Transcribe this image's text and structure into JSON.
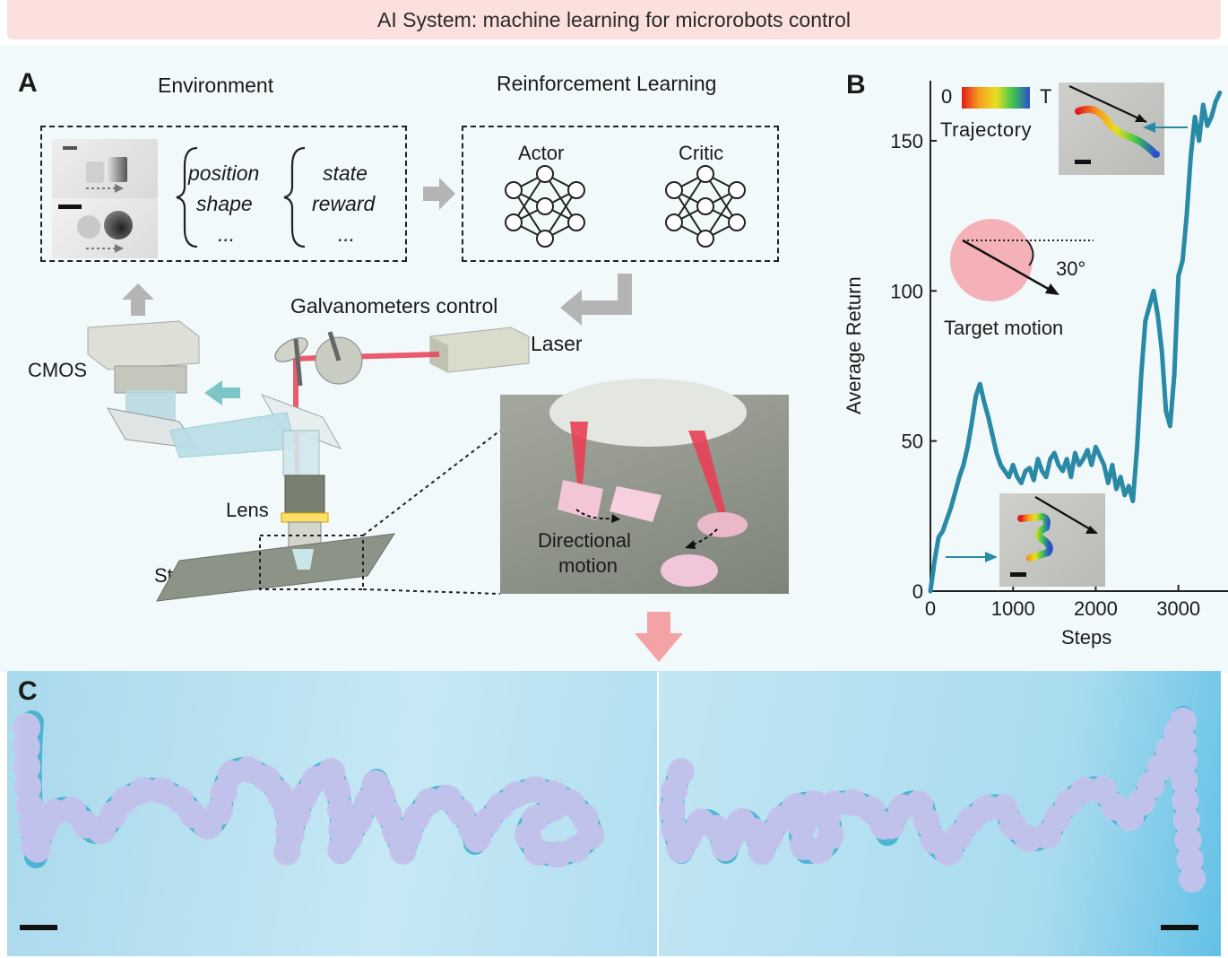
{
  "banner": {
    "title": "AI System: machine learning for microrobots control"
  },
  "panelA": {
    "label": "A",
    "environment": {
      "heading": "Environment",
      "obs_col1": [
        "position",
        "shape",
        "..."
      ],
      "obs_col2": [
        "state",
        "reward",
        "..."
      ]
    },
    "rl": {
      "heading": "Reinforcement Learning",
      "actor": "Actor",
      "critic": "Critic"
    },
    "setup": {
      "galvo": "Galvanometers control",
      "laser": "Laser",
      "cmos": "CMOS",
      "lens": "Lens",
      "stage": "Stage",
      "motion_line1": "Directional",
      "motion_line2": "motion"
    }
  },
  "panelB": {
    "label": "B",
    "colorbar_start": "0",
    "colorbar_end": "T",
    "inset_trajectory": "Trajectory",
    "angle_label": "30°",
    "target_caption": "Target motion",
    "chart_data": {
      "type": "line",
      "xlabel": "Steps",
      "ylabel": "Average Return",
      "xlim": [
        0,
        3500
      ],
      "ylim": [
        0,
        170
      ],
      "xticks": [
        "0",
        "1000",
        "2000",
        "3000"
      ],
      "yticks": [
        "0",
        "50",
        "100",
        "150"
      ],
      "series": [
        {
          "color": "#2a8aa6",
          "x": [
            0,
            50,
            100,
            150,
            200,
            250,
            300,
            350,
            400,
            450,
            500,
            550,
            600,
            650,
            700,
            750,
            800,
            850,
            900,
            950,
            1000,
            1050,
            1100,
            1150,
            1200,
            1250,
            1300,
            1350,
            1400,
            1450,
            1500,
            1550,
            1600,
            1650,
            1700,
            1750,
            1800,
            1850,
            1900,
            1950,
            2000,
            2050,
            2100,
            2150,
            2200,
            2250,
            2300,
            2350,
            2400,
            2450,
            2500,
            2550,
            2600,
            2650,
            2700,
            2750,
            2800,
            2850,
            2900,
            2950,
            3000,
            3050,
            3100,
            3150,
            3200,
            3250,
            3300,
            3350,
            3400,
            3450,
            3500
          ],
          "y": [
            0,
            10,
            18,
            20,
            24,
            28,
            33,
            38,
            42,
            48,
            56,
            65,
            69,
            63,
            58,
            52,
            46,
            42,
            40,
            38,
            42,
            38,
            36,
            40,
            41,
            37,
            44,
            40,
            38,
            44,
            46,
            42,
            40,
            44,
            38,
            46,
            42,
            44,
            47,
            42,
            48,
            45,
            42,
            36,
            42,
            34,
            38,
            32,
            35,
            30,
            48,
            72,
            90,
            95,
            100,
            92,
            80,
            60,
            55,
            72,
            105,
            110,
            125,
            145,
            158,
            150,
            162,
            155,
            158,
            163,
            166
          ]
        }
      ]
    }
  },
  "panelC": {
    "label": "C"
  },
  "colors": {
    "banner": "#fbe0dd",
    "curve": "#2a8aa6",
    "arrow_gray": "#b4b4b4",
    "arrow_pink": "#f3a3a6",
    "laser": "#e84055",
    "target": "#f4a4ac"
  }
}
